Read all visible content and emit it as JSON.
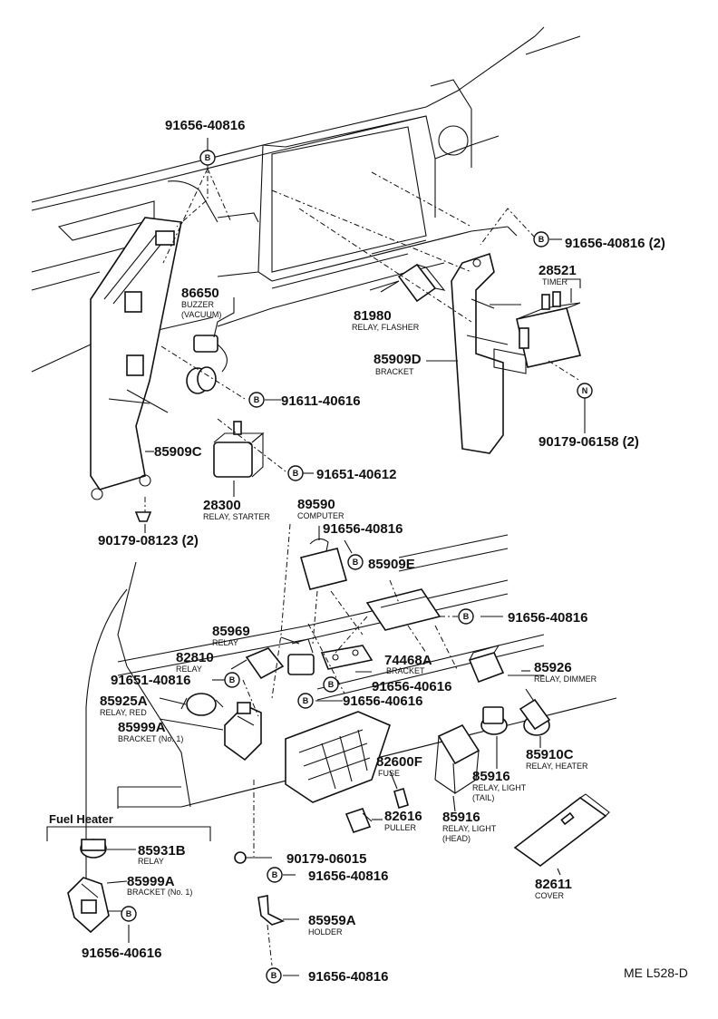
{
  "diagram_id": "ME L528-D",
  "fuel_heater_title": "Fuel Heater",
  "badges": {
    "b": "B",
    "n": "N"
  },
  "parts": [
    {
      "id": "p_91656_40816_top",
      "number": "91656-40816",
      "desc": ""
    },
    {
      "id": "p_91656_40816_2",
      "number": "91656-40816 (2)",
      "desc": ""
    },
    {
      "id": "p_28521",
      "number": "28521",
      "desc": "TIMER"
    },
    {
      "id": "p_86650",
      "number": "86650",
      "desc": "BUZZER\n(VACUUM)"
    },
    {
      "id": "p_81980",
      "number": "81980",
      "desc": "RELAY, FLASHER"
    },
    {
      "id": "p_85909D",
      "number": "85909D",
      "desc": "BRACKET"
    },
    {
      "id": "p_91611_40616",
      "number": "91611-40616",
      "desc": ""
    },
    {
      "id": "p_90179_06158",
      "number": "90179-06158 (2)",
      "desc": ""
    },
    {
      "id": "p_85909C",
      "number": "85909C",
      "desc": ""
    },
    {
      "id": "p_91651_40612",
      "number": "91651-40612",
      "desc": ""
    },
    {
      "id": "p_28300",
      "number": "28300",
      "desc": "RELAY, STARTER"
    },
    {
      "id": "p_89590",
      "number": "89590",
      "desc": "COMPUTER"
    },
    {
      "id": "p_91656_40816_c",
      "number": "91656-40816",
      "desc": ""
    },
    {
      "id": "p_90179_08123",
      "number": "90179-08123 (2)",
      "desc": ""
    },
    {
      "id": "p_85909E",
      "number": "85909E",
      "desc": ""
    },
    {
      "id": "p_91656_40816_r",
      "number": "91656-40816",
      "desc": ""
    },
    {
      "id": "p_85969",
      "number": "85969",
      "desc": "RELAY"
    },
    {
      "id": "p_82810",
      "number": "82810",
      "desc": "RELAY"
    },
    {
      "id": "p_74468A",
      "number": "74468A",
      "desc": "BRACKET"
    },
    {
      "id": "p_85926",
      "number": "85926",
      "desc": "RELAY, DIMMER"
    },
    {
      "id": "p_91651_40816",
      "number": "91651-40816",
      "desc": ""
    },
    {
      "id": "p_91656_40616_a",
      "number": "91656-40616",
      "desc": ""
    },
    {
      "id": "p_91656_40616_b",
      "number": "91656-40616",
      "desc": ""
    },
    {
      "id": "p_85925A",
      "number": "85925A",
      "desc": "RELAY, RED"
    },
    {
      "id": "p_85999A",
      "number": "85999A",
      "desc": "BRACKET (No. 1)"
    },
    {
      "id": "p_82600F",
      "number": "82600F",
      "desc": "FUSE"
    },
    {
      "id": "p_85910C",
      "number": "85910C",
      "desc": "RELAY, HEATER"
    },
    {
      "id": "p_85916_tail",
      "number": "85916",
      "desc": "RELAY, LIGHT\n(TAIL)"
    },
    {
      "id": "p_82616",
      "number": "82616",
      "desc": "PULLER"
    },
    {
      "id": "p_85916_head",
      "number": "85916",
      "desc": "RELAY, LIGHT\n(HEAD)"
    },
    {
      "id": "p_85931B",
      "number": "85931B",
      "desc": "RELAY"
    },
    {
      "id": "p_90179_06015",
      "number": "90179-06015",
      "desc": ""
    },
    {
      "id": "p_85999A_fh",
      "number": "85999A",
      "desc": "BRACKET (No. 1)"
    },
    {
      "id": "p_91656_40816_d",
      "number": "91656-40816",
      "desc": ""
    },
    {
      "id": "p_82611",
      "number": "82611",
      "desc": "COVER"
    },
    {
      "id": "p_85959A",
      "number": "85959A",
      "desc": "HOLDER"
    },
    {
      "id": "p_91656_40616_fh",
      "number": "91656-40616",
      "desc": ""
    },
    {
      "id": "p_91656_40816_bot",
      "number": "91656-40816",
      "desc": ""
    }
  ]
}
